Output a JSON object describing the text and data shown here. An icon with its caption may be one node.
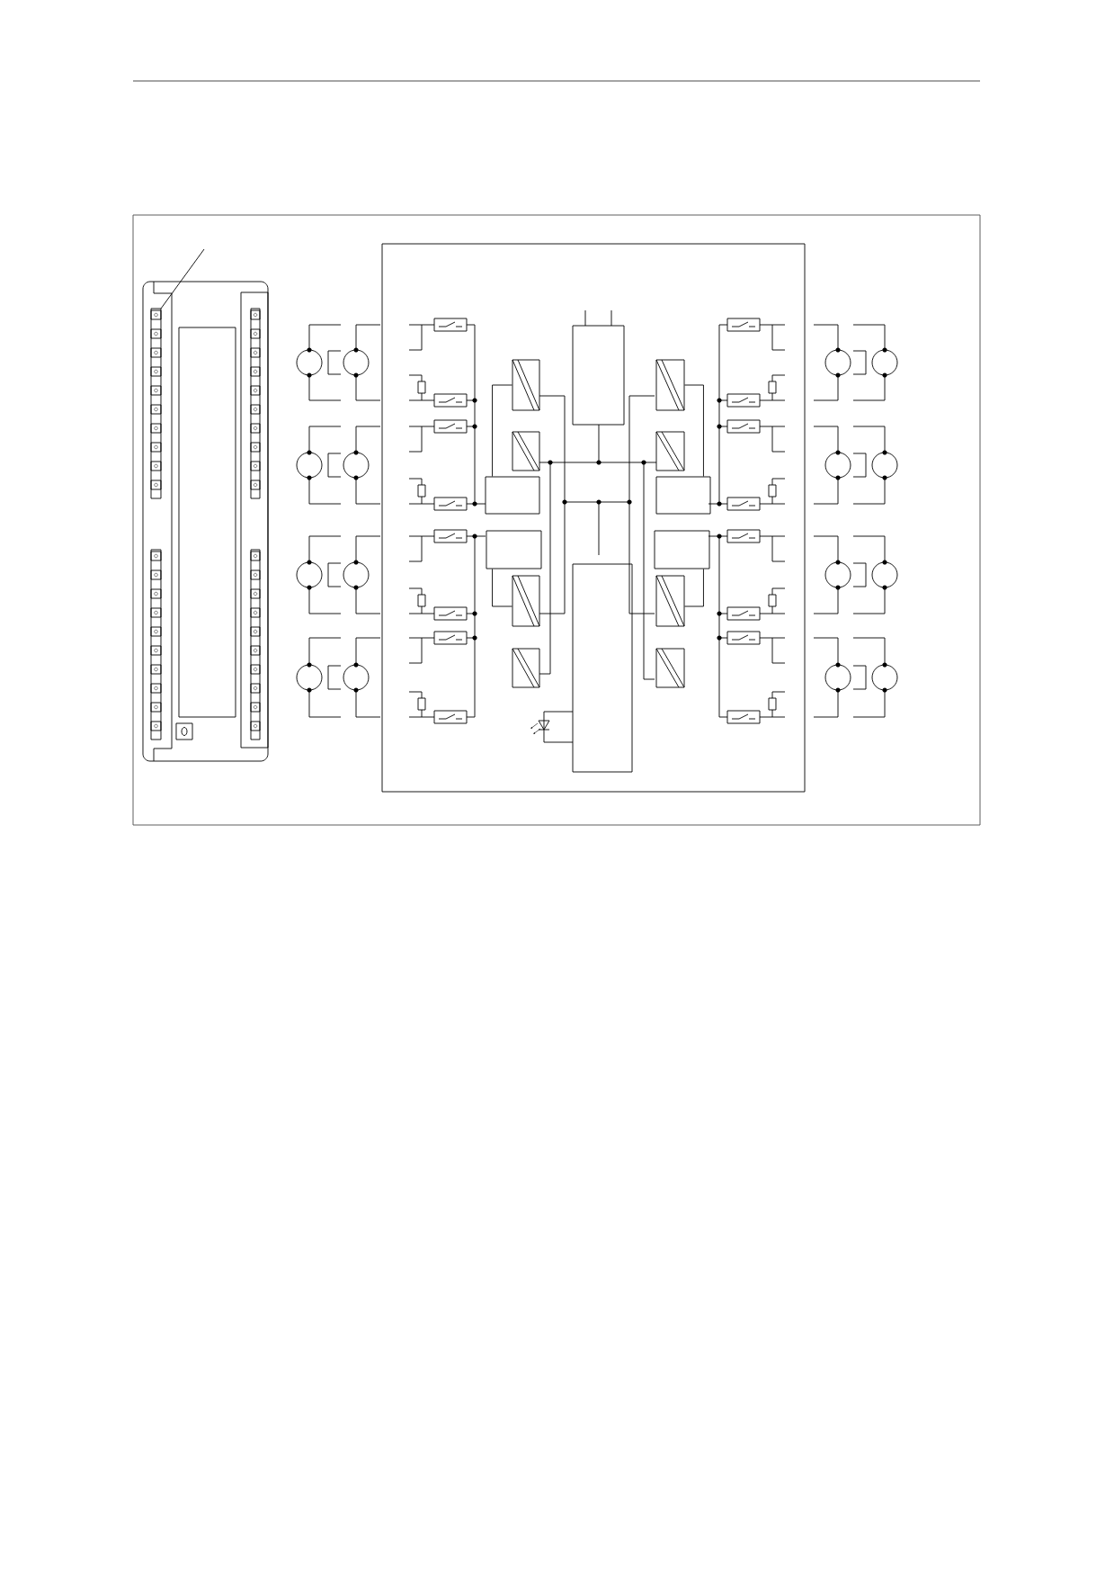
{
  "diagram": {
    "nodes": [
      {
        "text": [],
        "shape": "box"
      },
      {
        "text": [],
        "shape": "box",
        "in": 0
      },
      {
        "text": [],
        "shape": "box",
        "in": 0
      },
      {
        "text": [],
        "shape": "box",
        "in": 0
      },
      {
        "text": [],
        "shape": "box",
        "in": 0
      },
      {
        "text": [],
        "shape": "box",
        "in": 0
      },
      {
        "text": [],
        "shape": "box",
        "in": 0
      },
      {
        "text": [],
        "shape": "box",
        "in": 0
      },
      {
        "text": [],
        "shape": "box",
        "in": 0
      },
      {
        "text": [],
        "shape": "box",
        "in": 0
      },
      {
        "text": [],
        "shape": "box",
        "in": 0
      },
      {
        "text": [],
        "shape": "box",
        "in": 0
      },
      {
        "text": [],
        "shape": "box",
        "in": 0
      },
      {
        "text": [],
        "shape": "box",
        "in": 0
      },
      {
        "text": [],
        "shape": "box",
        "in": 0
      }
    ],
    "edges": [
      {
        "from": 7,
        "to": 3,
        "arrow": "none"
      },
      {
        "from": 4,
        "to": 9,
        "arrow": "none"
      },
      {
        "from": 11,
        "to": 5,
        "arrow": "none"
      },
      {
        "from": 6,
        "to": 13,
        "arrow": "none"
      }
    ]
  }
}
